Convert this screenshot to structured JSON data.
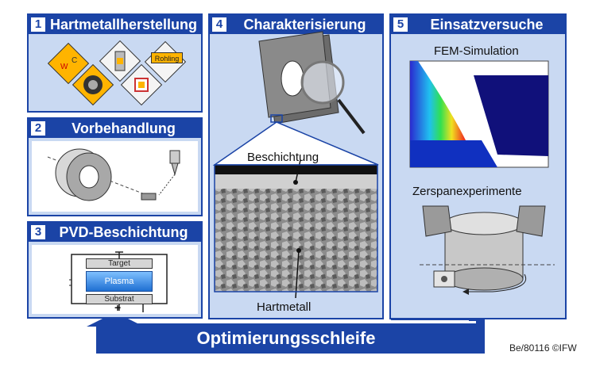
{
  "panels": [
    {
      "number": "1",
      "title": "Hartmetallherstellung"
    },
    {
      "number": "2",
      "title": "Vorbehandlung"
    },
    {
      "number": "3",
      "title": "PVD-Beschichtung"
    },
    {
      "number": "4",
      "title": "Charakterisierung"
    },
    {
      "number": "5",
      "title": "Einsatzversuche"
    }
  ],
  "panel1": {
    "rohling_label": "Rohling",
    "symbol_w": "W",
    "symbol_c": "C"
  },
  "panel3": {
    "target": "Target",
    "plasma": "Plasma",
    "substrat": "Substrat",
    "plus": "+"
  },
  "panel4": {
    "coating_label": "Beschichtung",
    "substrate_label": "Hartmetall"
  },
  "panel5": {
    "fem_label": "FEM-Simulation",
    "experiment_label": "Zerspanexperimente"
  },
  "loop_label": "Optimierungsschleife",
  "credit": "Be/80116 ©IFW",
  "colors": {
    "panel_blue": "#1b44a6",
    "panel_fill": "#c9d9f2",
    "icon_orange": "#ffb400"
  }
}
